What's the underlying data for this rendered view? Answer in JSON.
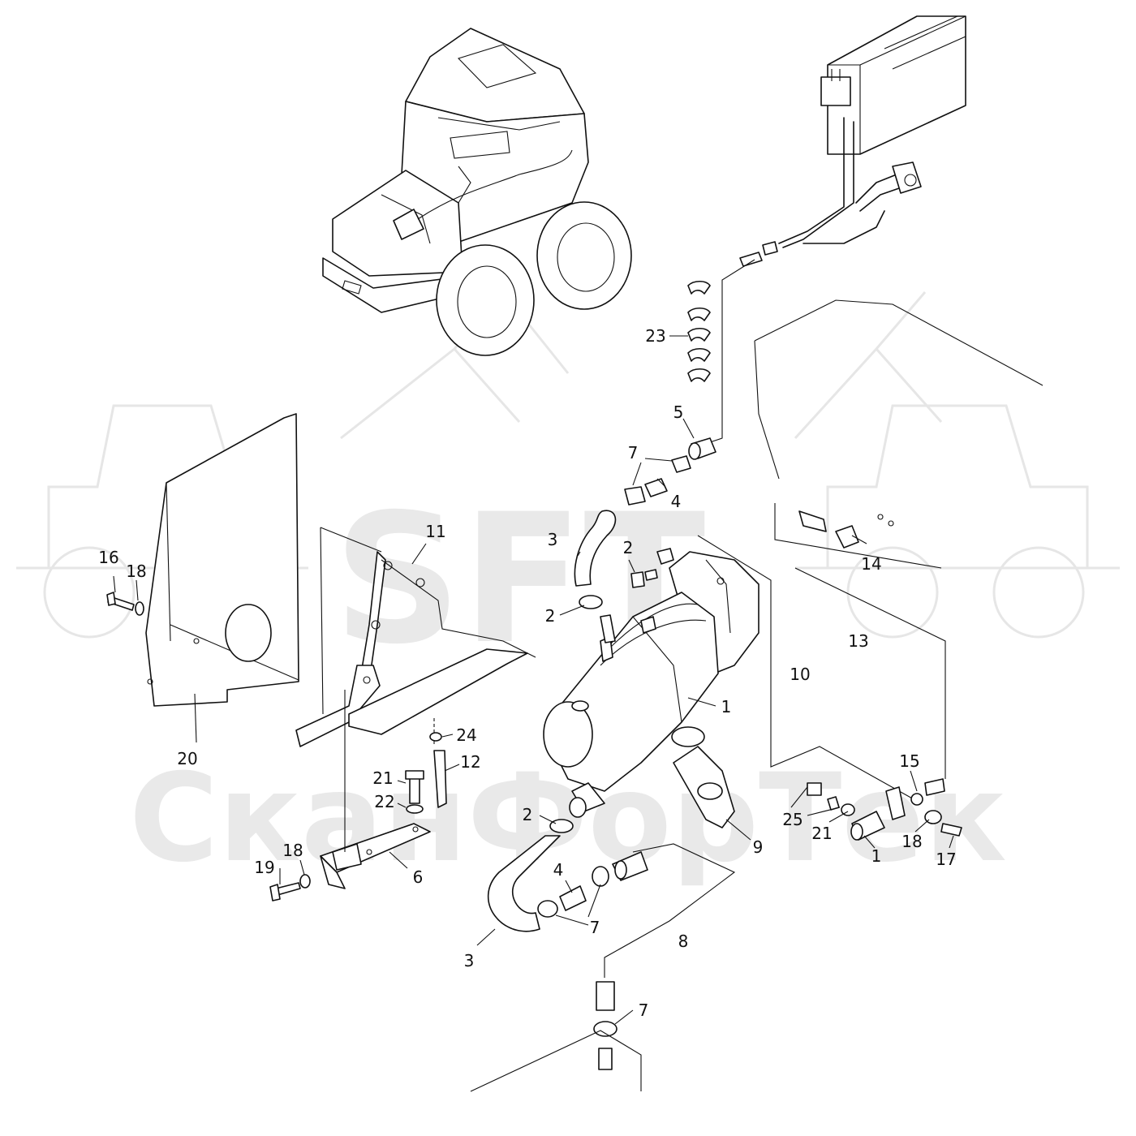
{
  "watermark": {
    "top": "SFT",
    "bottom": "СканФорТек"
  },
  "callouts": [
    {
      "id": "23",
      "text": "23"
    },
    {
      "id": "5",
      "text": "5"
    },
    {
      "id": "7a",
      "text": "7"
    },
    {
      "id": "4a",
      "text": "4"
    },
    {
      "id": "3a",
      "text": "3"
    },
    {
      "id": "2a",
      "text": "2"
    },
    {
      "id": "2b",
      "text": "2"
    },
    {
      "id": "11",
      "text": "11"
    },
    {
      "id": "16",
      "text": "16"
    },
    {
      "id": "18a",
      "text": "18"
    },
    {
      "id": "14",
      "text": "14"
    },
    {
      "id": "13",
      "text": "13"
    },
    {
      "id": "10",
      "text": "10"
    },
    {
      "id": "1a",
      "text": "1"
    },
    {
      "id": "20",
      "text": "20"
    },
    {
      "id": "24",
      "text": "24"
    },
    {
      "id": "12",
      "text": "12"
    },
    {
      "id": "21a",
      "text": "21"
    },
    {
      "id": "22",
      "text": "22"
    },
    {
      "id": "15",
      "text": "15"
    },
    {
      "id": "25",
      "text": "25"
    },
    {
      "id": "21b",
      "text": "21"
    },
    {
      "id": "1b",
      "text": "1"
    },
    {
      "id": "18b",
      "text": "18"
    },
    {
      "id": "17",
      "text": "17"
    },
    {
      "id": "9",
      "text": "9"
    },
    {
      "id": "2c",
      "text": "2"
    },
    {
      "id": "18c",
      "text": "18"
    },
    {
      "id": "19",
      "text": "19"
    },
    {
      "id": "6",
      "text": "6"
    },
    {
      "id": "4b",
      "text": "4"
    },
    {
      "id": "7b",
      "text": "7"
    },
    {
      "id": "3b",
      "text": "3"
    },
    {
      "id": "8",
      "text": "8"
    },
    {
      "id": "7c",
      "text": "7"
    }
  ]
}
